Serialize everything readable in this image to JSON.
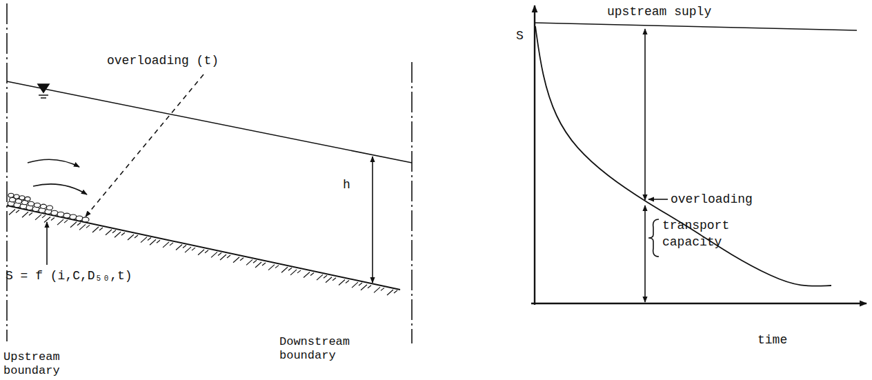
{
  "diagram": {
    "labels": [
      "overloading (t)",
      "h",
      "S = f (i,C,D₅₀,t)",
      "Upstream boundary",
      "Downstream boundary",
      "S",
      "upstream suply",
      "overloading",
      "transport capacity",
      "time"
    ]
  }
}
